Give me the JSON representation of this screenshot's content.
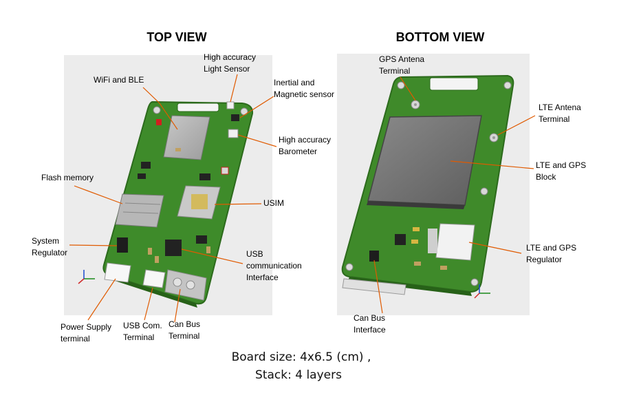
{
  "top_view": {
    "title": "TOP VIEW",
    "labels": {
      "wifi": "WiFi and BLE",
      "light_1": "High accuracy",
      "light_2": "Light Sensor",
      "inertial_1": "Inertial and",
      "inertial_2": "Magnetic sensor",
      "baro_1": "High accuracy",
      "baro_2": "Barometer",
      "flash": "Flash memory",
      "usim": "USIM",
      "sysreg_1": "System",
      "sysreg_2": "Regulator",
      "usb_if_1": "USB",
      "usb_if_2": "communication",
      "usb_if_3": "Interface",
      "power_1": "Power Supply",
      "power_2": "terminal",
      "usbcom_1": "USB Com.",
      "usbcom_2": "Terminal",
      "canbus_1": "Can Bus",
      "canbus_2": "Terminal"
    }
  },
  "bottom_view": {
    "title": "BOTTOM VIEW",
    "labels": {
      "gps_ant_1": "GPS Antena",
      "gps_ant_2": "Terminal",
      "lte_ant_1": "LTE Antena",
      "lte_ant_2": "Terminal",
      "lte_block_1": "LTE and GPS",
      "lte_block_2": "Block",
      "lte_reg_1": "LTE and GPS",
      "lte_reg_2": "Regulator",
      "canbus_if_1": "Can Bus",
      "canbus_if_2": "Interface"
    }
  },
  "caption": {
    "line1": "Board size: 4x6.5 (cm) ,",
    "line2": "Stack: 4 layers"
  },
  "colors": {
    "pcb": "#3f8a2a",
    "pcb_dark": "#2f6f1f",
    "leader": "#e05a00",
    "panel_bg": "#eeeeee"
  }
}
